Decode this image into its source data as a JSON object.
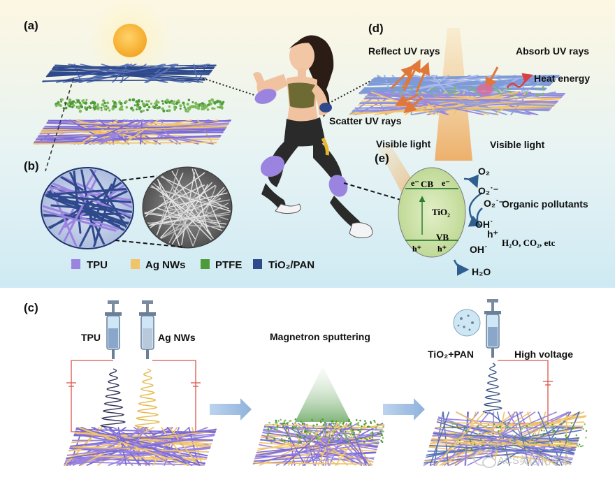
{
  "colors": {
    "tpu": "#9b84e0",
    "agnw": "#f2c46a",
    "ptfe": "#4f9a3a",
    "tio2pan": "#2f4a8c",
    "sun": "#f7b731",
    "band": "#cfe3a8"
  },
  "panels": {
    "a": "(a)",
    "b": "(b)",
    "c": "(c)",
    "d": "(d)",
    "e": "(e)"
  },
  "uv": {
    "reflect": "Reflect UV rays",
    "absorb": "Absorb UV rays",
    "heat": "Heat energy",
    "scatter": "Scatter UV rays",
    "visible_left": "Visible light",
    "visible_right": "Visible light"
  },
  "band": {
    "cb": "CB",
    "vb": "VB",
    "tio2": "TiO₂",
    "e_left": "e⁻",
    "e_right": "e⁻",
    "h_left": "h⁺",
    "h_right": "h⁺",
    "o2": "O₂",
    "o2_radical_1": "O₂˙⁻",
    "o2_radical_2": "O₂˙⁻",
    "oh_radical_1": "OH˙",
    "oh_radical_2": "OH˙",
    "h_plus": "h⁺",
    "organic": "Organic pollutants",
    "products": "H₂O, CO₂, etc",
    "h2o": "H₂O"
  },
  "legend": {
    "tpu": "TPU",
    "agnw": "Ag NWs",
    "ptfe": "PTFE",
    "tio2pan": "TiO₂/PAN"
  },
  "process": {
    "tpu": "TPU",
    "agnw": "Ag NWs",
    "sputter": "Magnetron sputtering",
    "tio2pan": "TiO₂+PAN",
    "voltage": "High voltage"
  },
  "watermark": "ACS美国化学会"
}
